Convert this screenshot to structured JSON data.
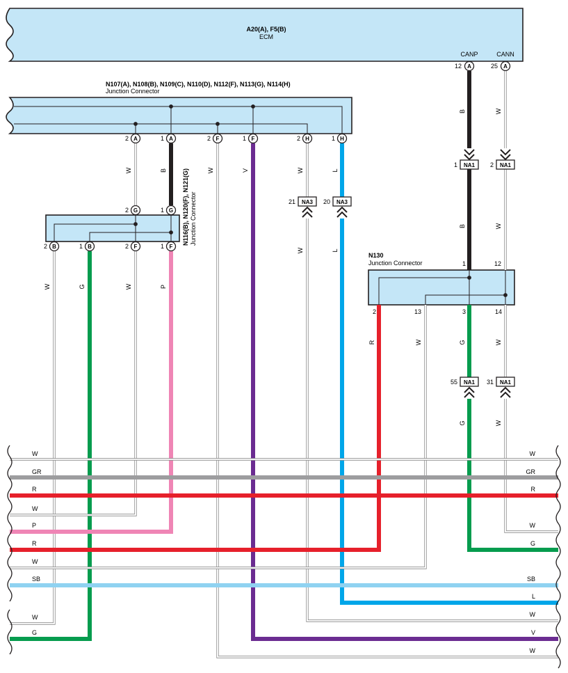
{
  "ecm": {
    "connectors": "A20(A), F5(B)",
    "name": "ECM",
    "canp_label": "CANP",
    "cann_label": "CANN",
    "canp_pin": "12",
    "canp_letter": "A",
    "cann_pin": "25",
    "cann_letter": "A"
  },
  "jc1": {
    "connectors": "N107(A), N108(B), N109(C), N110(D), N112(F), N113(G), N114(H)",
    "name": "Junction Connector",
    "pins": [
      {
        "num": "2",
        "letter": "A"
      },
      {
        "num": "1",
        "letter": "A"
      },
      {
        "num": "2",
        "letter": "F"
      },
      {
        "num": "1",
        "letter": "F"
      },
      {
        "num": "2",
        "letter": "H"
      },
      {
        "num": "1",
        "letter": "H"
      }
    ]
  },
  "jc2": {
    "connectors": "N116(B), N120(F), N121(G)",
    "name": "Junction Connector",
    "top_pins": [
      {
        "num": "2",
        "letter": "G"
      },
      {
        "num": "1",
        "letter": "G"
      }
    ],
    "bottom_pins": [
      {
        "num": "2",
        "letter": "B"
      },
      {
        "num": "1",
        "letter": "B"
      },
      {
        "num": "2",
        "letter": "F"
      },
      {
        "num": "1",
        "letter": "F"
      }
    ]
  },
  "n130": {
    "id": "N130",
    "name": "Junction Connector",
    "top_pins": [
      "1",
      "12"
    ],
    "bottom_pins": [
      "2",
      "13",
      "3",
      "14"
    ]
  },
  "inline": [
    {
      "pin": "1",
      "label": "NA1"
    },
    {
      "pin": "2",
      "label": "NA1"
    },
    {
      "pin": "21",
      "label": "NA3"
    },
    {
      "pin": "20",
      "label": "NA3"
    },
    {
      "pin": "55",
      "label": "NA1"
    },
    {
      "pin": "31",
      "label": "NA1"
    }
  ],
  "wire_colors": {
    "canp_top": "B",
    "cann_top": "W",
    "canp_mid": "B",
    "cann_mid": "W",
    "jc1_2A": "W",
    "jc1_1A": "B",
    "jc1_2F": "W",
    "jc1_1F": "V",
    "jc1_2H": "W",
    "jc1_1H": "L",
    "na3_21": "W",
    "na3_20": "L",
    "jc2_2B": "W",
    "jc2_1B": "G",
    "jc2_2F": "W",
    "jc2_1F": "P",
    "n130_2": "R",
    "n130_13": "W",
    "n130_3": "G",
    "n130_14": "W",
    "na1_55": "G",
    "na1_31": "W"
  },
  "bus_left": [
    "W",
    "GR",
    "R",
    "W",
    "P",
    "R",
    "W",
    "SB",
    "W",
    "G"
  ],
  "bus_right": [
    "W",
    "GR",
    "R",
    "W",
    "G",
    "SB",
    "L",
    "W",
    "V",
    "W"
  ],
  "colors": {
    "connector_fill": "#c4e6f7",
    "black": "#231f20",
    "white": "#ffffff",
    "gray": "#9d9d9f",
    "red": "#e6202b",
    "pink": "#ef85b5",
    "green": "#069c4e",
    "violet": "#6b2c91",
    "blue": "#00a6e9",
    "sky": "#8fd2f1"
  }
}
